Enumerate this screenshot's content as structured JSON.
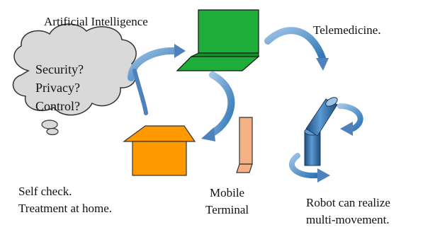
{
  "labels": {
    "ai": "Artificial Intelligence",
    "telemedicine": "Telemedicine.",
    "self_check_1": "Self check.",
    "self_check_2": "Treatment at home.",
    "mobile_1": "Mobile",
    "mobile_2": "Terminal",
    "robot_1": "Robot can realize",
    "robot_2": "multi-movement."
  },
  "cloud": {
    "lines": [
      "Security?",
      "Privacy?",
      "Control?"
    ]
  },
  "colors": {
    "laptop": "#1fae3a",
    "house": "#ff9900",
    "mobile": "#f4b183",
    "robot": "#2e75b6",
    "arrow": "#4f81bd",
    "cloud": "#d9d9d9"
  },
  "icons": {
    "laptop": "laptop-icon",
    "house": "house-icon",
    "mobile": "mobile-terminal-icon",
    "robot": "robot-arm-icon",
    "cloud": "thought-cloud-icon"
  }
}
